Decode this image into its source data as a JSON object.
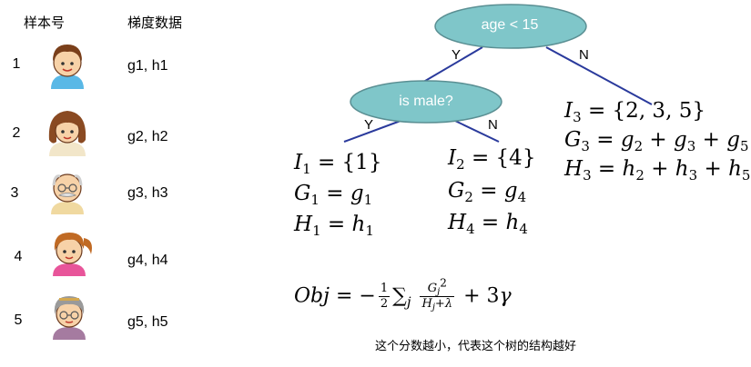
{
  "table": {
    "header_id": "样本号",
    "header_grad": "梯度数据",
    "rows": [
      {
        "id": "1",
        "grad": "g1, h1",
        "avatar": "boy-icon"
      },
      {
        "id": "2",
        "grad": "g2, h2",
        "avatar": "mother-icon"
      },
      {
        "id": "3",
        "grad": "g3, h3",
        "avatar": "grandfather-icon"
      },
      {
        "id": "4",
        "grad": "g4, h4",
        "avatar": "girl-icon"
      },
      {
        "id": "5",
        "grad": "g5, h5",
        "avatar": "grandmother-icon"
      }
    ]
  },
  "tree": {
    "root_label": "age < 15",
    "root_yes": "Y",
    "root_no": "N",
    "child_label": "is male?",
    "child_yes": "Y",
    "child_no": "N",
    "node_color": "#7fc6c9",
    "edge_color": "#2a3a9c"
  },
  "leaves": {
    "leaf1": {
      "I_set": "{1}",
      "G_expr": "g",
      "H_expr": "h"
    },
    "leaf2": {
      "I_set": "{4}",
      "G_expr": "g",
      "H_expr": "h"
    },
    "leaf3": {
      "I_set": "{2, 3, 5}"
    }
  },
  "formula": {
    "caption": "这个分数越小，代表这个树的结构越好"
  }
}
